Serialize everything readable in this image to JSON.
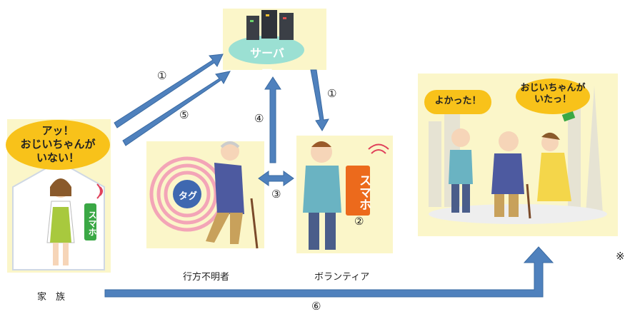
{
  "server": {
    "label": "サーバー"
  },
  "family": {
    "label": "家　族",
    "speech": [
      "アッ！",
      "おじいちゃんが",
      "いない！"
    ],
    "phone_label": "スマホ"
  },
  "missing": {
    "label": "行方不明者",
    "tag_label": "タグ"
  },
  "volunteer": {
    "label": "ボランティア",
    "phone_label": "スマホ"
  },
  "reunion": {
    "speech_left": "よかった！",
    "speech_right": [
      "おじいちゃんが",
      "いたっ！"
    ]
  },
  "steps": {
    "s1a": "①",
    "s1b": "①",
    "s2": "②",
    "s3": "③",
    "s4": "④",
    "s5": "⑤",
    "s6": "⑥"
  },
  "edge_mark": "※",
  "colors": {
    "arrow": "#4f81bd",
    "arrow_edge": "#3a6aa2",
    "panel": "#fbf6c9",
    "bubble": "#f8c21a",
    "server_base": "#9be0d3",
    "phone_green": "#3aa845",
    "phone_orange": "#ec6a1c"
  }
}
